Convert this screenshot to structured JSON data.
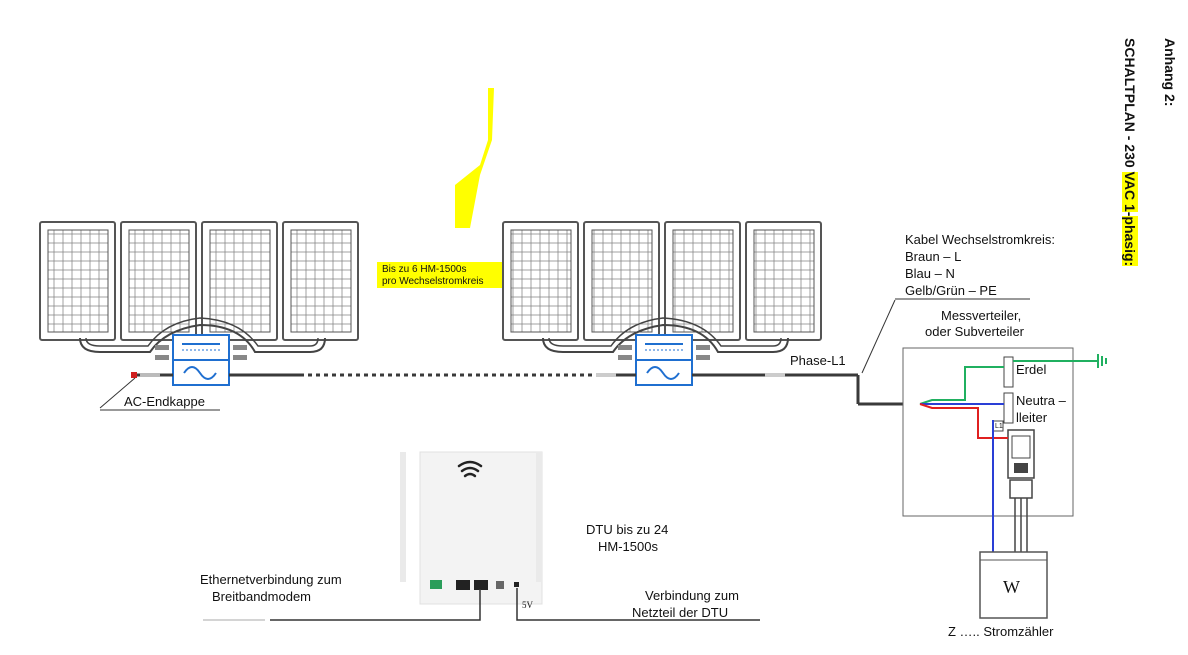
{
  "appendix": {
    "label": "Anhang 2:",
    "title_pre": "SCHALTPLAN - 230 ",
    "title_hl1": "VAC 1",
    "title_mid": "-",
    "title_hl2": "phasig:"
  },
  "labels": {
    "bis_zu_line1": "Bis zu 6 HM-1500s",
    "bis_zu_line2": "pro Wechselstromkreis",
    "kabel_title": "Kabel Wechselstromkreis:",
    "kabel_braun": "Braun – L",
    "kabel_blau": "Blau – N",
    "kabel_gelb": "Gelb/Grün – PE",
    "messverteiler_line1": "Messverteiler,",
    "messverteiler_line2": "oder Subverteiler",
    "phase": "Phase-L1",
    "erdel": "Erdel",
    "neutral_line1": "Neutra –",
    "neutral_line2": "lleiter",
    "ac_endkappe": "AC-Endkappe",
    "dtu_line1": "DTU bis zu 24",
    "dtu_line2": "HM-1500s",
    "ethernet_line1": "Ethernetverbindung zum",
    "ethernet_line2": "Breitbandmodem",
    "verbindung_line1": "Verbindung zum",
    "verbindung_line2": "Netzteil der DTU",
    "five_v": "5V",
    "meter_w": "W",
    "meter_l1": "L1",
    "zaehler": "Z ….. Stromzähler"
  },
  "colors": {
    "highlight": "#ffff00",
    "cable_brown": "#3a3a3a",
    "cable_blue": "#2a3fd6",
    "cable_red": "#e02020",
    "cable_green": "#20b060",
    "panel_frame": "#555555",
    "inverter_blue": "#1f6fd0"
  },
  "icons": {
    "wifi": "wifi-icon",
    "ground": "ground-icon",
    "sine": "sine-wave-icon"
  }
}
